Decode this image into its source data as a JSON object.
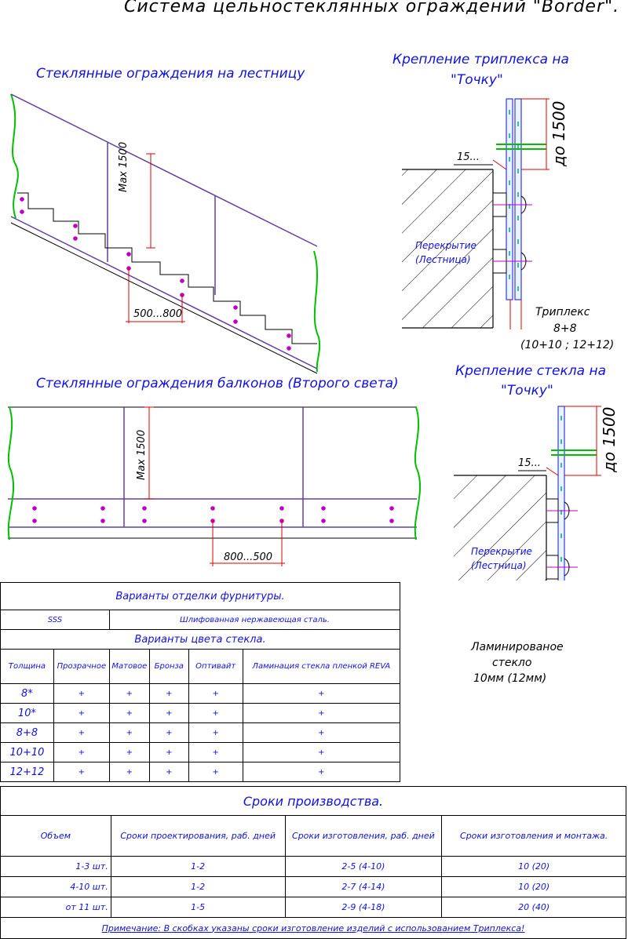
{
  "title": "Система цельностеклянных ограждений \"Border\".",
  "stair": {
    "title": "Стеклянные ограждения на лестницу",
    "height_dim": "Max 1500",
    "step_dim": "500...800"
  },
  "balcony": {
    "title": "Стеклянные ограждения балконов (Второго света)",
    "height_dim": "Max 1500",
    "step_dim": "800...500"
  },
  "triplex_detail": {
    "title_line1": "Крепление триплекса на",
    "title_line2": "\"Точку\"",
    "height_dim": "до 1500",
    "edge_dim": "15...",
    "slab_label_line1": "Перекрытие",
    "slab_label_line2": "(Лестница)",
    "glass_line1": "Триплекс",
    "glass_line2": "8+8",
    "glass_line3": "(10+10 ; 12+12)"
  },
  "glass_detail": {
    "title_line1": "Крепление стекла на",
    "title_line2": "\"Точку\"",
    "height_dim": "до 1500",
    "edge_dim": "15...",
    "slab_label_line1": "Перекрытие",
    "slab_label_line2": "(Лестница)",
    "glass_line1": "Ламинированое",
    "glass_line2": "стекло",
    "glass_line3": "10мм (12мм)"
  },
  "finish_table": {
    "title": "Варианты отделки фурнитуры.",
    "code": "SSS",
    "description": "Шлифованная нержавеющая сталь."
  },
  "color_table": {
    "title": "Варианты цвета стекла.",
    "headers": [
      "Толщина",
      "Прозрачное",
      "Матовое",
      "Бронза",
      "Оптивайт",
      "Ламинация стекла пленкой REVA"
    ],
    "rows": [
      [
        "8*",
        "+",
        "+",
        "+",
        "+",
        "+"
      ],
      [
        "10*",
        "+",
        "+",
        "+",
        "+",
        "+"
      ],
      [
        "8+8",
        "+",
        "+",
        "+",
        "+",
        "+"
      ],
      [
        "10+10",
        "+",
        "+",
        "+",
        "+",
        "+"
      ],
      [
        "12+12",
        "+",
        "+",
        "+",
        "+",
        "+"
      ]
    ]
  },
  "production_table": {
    "title": "Сроки производства.",
    "headers": [
      "Объем",
      "Сроки проектирования, раб. дней",
      "Сроки изготовления, раб. дней",
      "Сроки изготовления и монтажа."
    ],
    "rows": [
      [
        "1-3 шт.",
        "1-2",
        "2-5 (4-10)",
        "10 (20)"
      ],
      [
        "4-10 шт.",
        "1-2",
        "2-7 (4-14)",
        "10 (20)"
      ],
      [
        "от 11 шт.",
        "1-5",
        "2-9 (4-18)",
        "20 (40)"
      ]
    ],
    "note": "Примечание: В скобках указаны сроки изготовление изделий с использованием Триплекса!"
  }
}
